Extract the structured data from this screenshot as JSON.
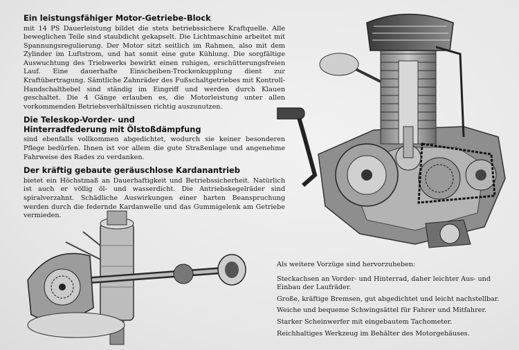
{
  "sections": [
    {
      "heading": "Ein leistungsfähiger Motor-Getriebe-Block",
      "text": "mit 14 PS Dauerleistung bildet die stets betriebssichere Kraftquelle. Alle beweglichen Teile sind staubdicht gekapselt. Die Lichtmaschine arbeitet mit Spannungsregulierung. Der Motor sitzt seitlich im Rahmen, also mit dem Zylinder im Luftstrom, und hat somit eine gute Kühlung. Die sorgfältige Auswuchtung des Triebwerks bewirkt einen ruhigen, erschütterungsfreien Lauf. Eine dauerhafte Einscheiben-Trockenkupplung dient zur Kraftübertragung. Sämtliche Zahnräder des Fußschaltgetriebes mit Kontroll-Handschalthebel sind ständig im Eingriff und werden durch Klauen geschaltet. Die 4 Gänge erlauben es, die Motorleistung unter allen vorkommenden Betriebsverhältnissen richtig auszunutzen."
    },
    {
      "heading": "Die Teleskop-Vorder- und Hinterradfederung mit Ölstoßdämpfung",
      "text": "sind ebenfalls vollkommen abgedichtet, wodurch sie keiner besonderen Pflege bedürfen. Ihnen ist vor allem die gute Straßenlage und angenehme Fahrweise des Rades zu verdanken."
    },
    {
      "heading": "Der kräftig gebaute geräuschlose Kardanantrieb",
      "text": "bietet ein Höchstmaß an Dauerhaftigkeit und Betriebssicherheit. Natürlich ist auch er völlig öl- und wasserdicht. Die Antriebskegelräder sind spiralverzahnt. Schädliche Auswirkungen einer harten Beanspruchung werden durch die federnde Kardanwelle und das Gummigelenk am Getriebe vermieden."
    }
  ],
  "advantages": {
    "intro": "Als weitere Vorzüge sind hervorzuheben:",
    "items": [
      "Steckachsen an Vorder- und Hinterrad, daher leichter Aus- und Einbau der Laufräder.",
      "Große, kräftige Bremsen, gut abgedichtet und leicht nachstellbar.",
      "Weiche und bequeme Schwingsättel für Fahrer und Mitfahrer.",
      "Starker Scheinwerfer mit eingebautem Tachometer.",
      "Reichhaltiges Werkzeug im Behälter des Motorgehäuses."
    ]
  },
  "illustrations": [
    {
      "icon": "engine-gearbox-cutaway"
    },
    {
      "icon": "cardan-drive-cutaway"
    }
  ]
}
